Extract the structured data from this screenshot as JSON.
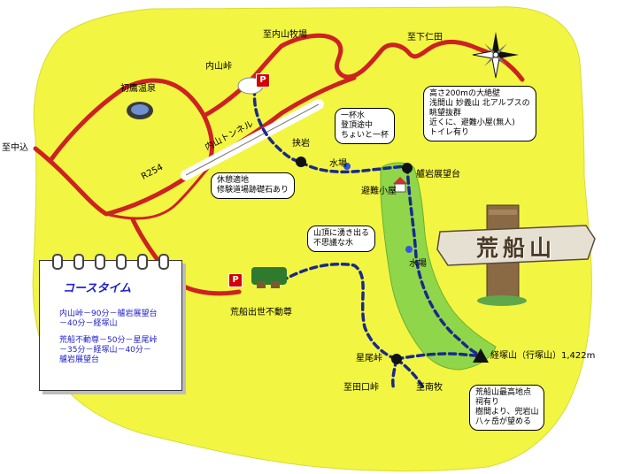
{
  "labels": {
    "uchiyama_farm": "至内山牧場",
    "shimonita": "至下仁田",
    "uchiyama_pass": "内山峠",
    "hatsutaka_onsen": "初鷹温泉",
    "nakagome": "至中込",
    "tunnel": "内山トンネル",
    "route": "R254",
    "hasamiiwa": "挟岩",
    "water1": "水場",
    "lookout": "艫岩展望台",
    "hut": "避難小屋",
    "water2": "水場",
    "fudoson": "荒船出世不動尊",
    "hoshio_pass": "星尾峠",
    "tagui_pass": "至田口峠",
    "minamimaki": "至南牧",
    "summit": "経塚山（行塚山）1,422m"
  },
  "bubbles": {
    "view": [
      "高さ200mの大絶壁",
      "浅間山 妙義山 北アルプスの",
      "眺望抜群",
      "近くに、避難小屋(無人)",
      "トイレ有り"
    ],
    "drink": [
      "一杯水",
      "登頂途中",
      "ちょいと一杯"
    ],
    "rest": [
      "休憩適地",
      "修験道場跡礎石あり"
    ],
    "spring": [
      "山頂に湧き出る",
      "不思議な水"
    ],
    "summit": [
      "荒船山最高地点",
      "祠有り",
      "樹間より、兜岩山",
      "八ヶ岳が望める"
    ]
  },
  "legend": {
    "title": "コースタイム",
    "route1": [
      "内山峠－90分－艫岩展望台",
      "－40分－経塚山"
    ],
    "route2": [
      "荒船不動尊－50分－星尾峠",
      "－35分－経塚山－40分－",
      "艫岩展望台"
    ]
  },
  "sign_text": "荒船山",
  "parking": [
    "P",
    "P"
  ],
  "colors": {
    "land": "#f2f542",
    "road": "#cc2222",
    "trail": "#1a2a8a",
    "plateau": "#8fd64a"
  }
}
